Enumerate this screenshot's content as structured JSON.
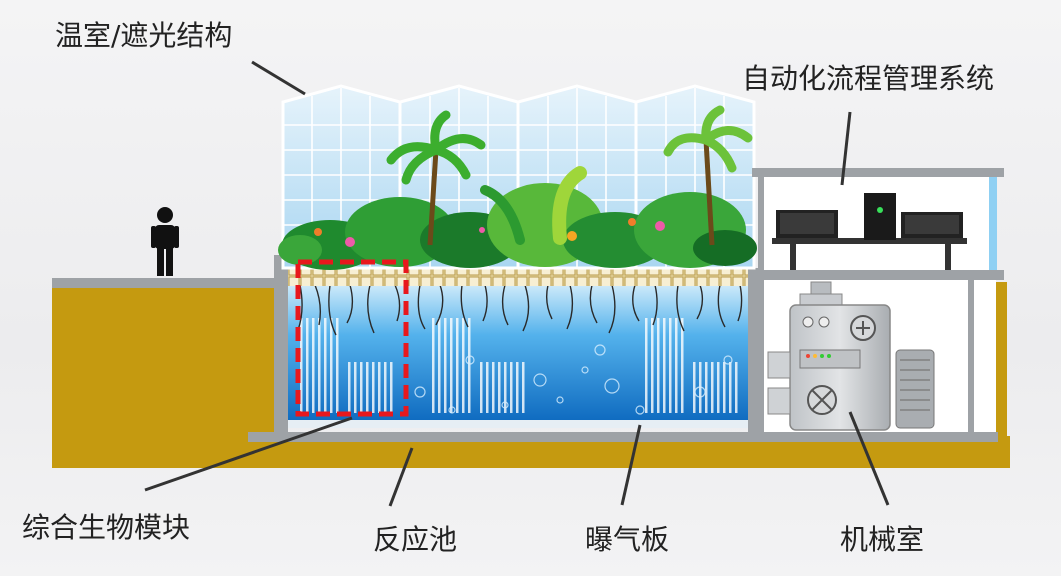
{
  "labels": {
    "greenhouse": "温室/遮光结构",
    "automation": "自动化流程管理系统",
    "module": "综合生物模块",
    "tank": "反应池",
    "aeration": "曝气板",
    "machine_room": "机械室"
  },
  "colors": {
    "soil": "#c59a10",
    "slab": "#9ea2a6",
    "water_top": "#bfe6fb",
    "water_bottom": "#0b6fc7",
    "glass": "#cfe8f6",
    "glass_frame": "#ffffff",
    "module_outline": "#e8181d",
    "leader_line": "#333333"
  },
  "icons": [
    "person-icon",
    "computer-monitor-icon",
    "pump-machine-icon"
  ]
}
